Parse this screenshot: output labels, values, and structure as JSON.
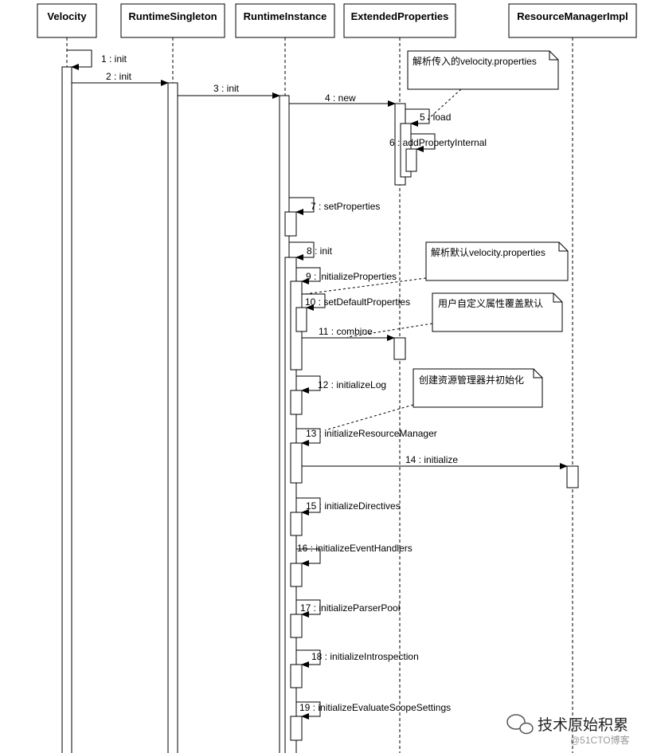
{
  "participants": [
    {
      "name": "Velocity"
    },
    {
      "name": "RuntimeSingleton"
    },
    {
      "name": "RuntimeInstance"
    },
    {
      "name": "ExtendedProperties"
    },
    {
      "name": "ResourceManagerImpl"
    }
  ],
  "messages": [
    {
      "label": "1 : init"
    },
    {
      "label": "2 : init"
    },
    {
      "label": "3 : init"
    },
    {
      "label": "4 : new"
    },
    {
      "label": "5 : load"
    },
    {
      "label": "6 : addPropertyInternal"
    },
    {
      "label": "7 : setProperties"
    },
    {
      "label": "8 : init"
    },
    {
      "label": "9 : initializeProperties"
    },
    {
      "label": "10 : setDefaultProperties"
    },
    {
      "label": "11 : combine"
    },
    {
      "label": "12 : initializeLog"
    },
    {
      "label": "13 : initializeResourceManager"
    },
    {
      "label": "14 : initialize"
    },
    {
      "label": "15 : initializeDirectives"
    },
    {
      "label": "16 : initializeEventHandlers"
    },
    {
      "label": "17 : initializeParserPool"
    },
    {
      "label": "18 : initializeIntrospection"
    },
    {
      "label": "19 : initializeEvaluateScopeSettings"
    }
  ],
  "notes": [
    {
      "text": "解析传入的velocity.properties"
    },
    {
      "text": "解析默认velocity.properties"
    },
    {
      "text": "用户自定义属性覆盖默认"
    },
    {
      "text": "创建资源管理器并初始化"
    }
  ],
  "watermark": {
    "name": "技术原始积累",
    "site": "@51CTO博客"
  }
}
